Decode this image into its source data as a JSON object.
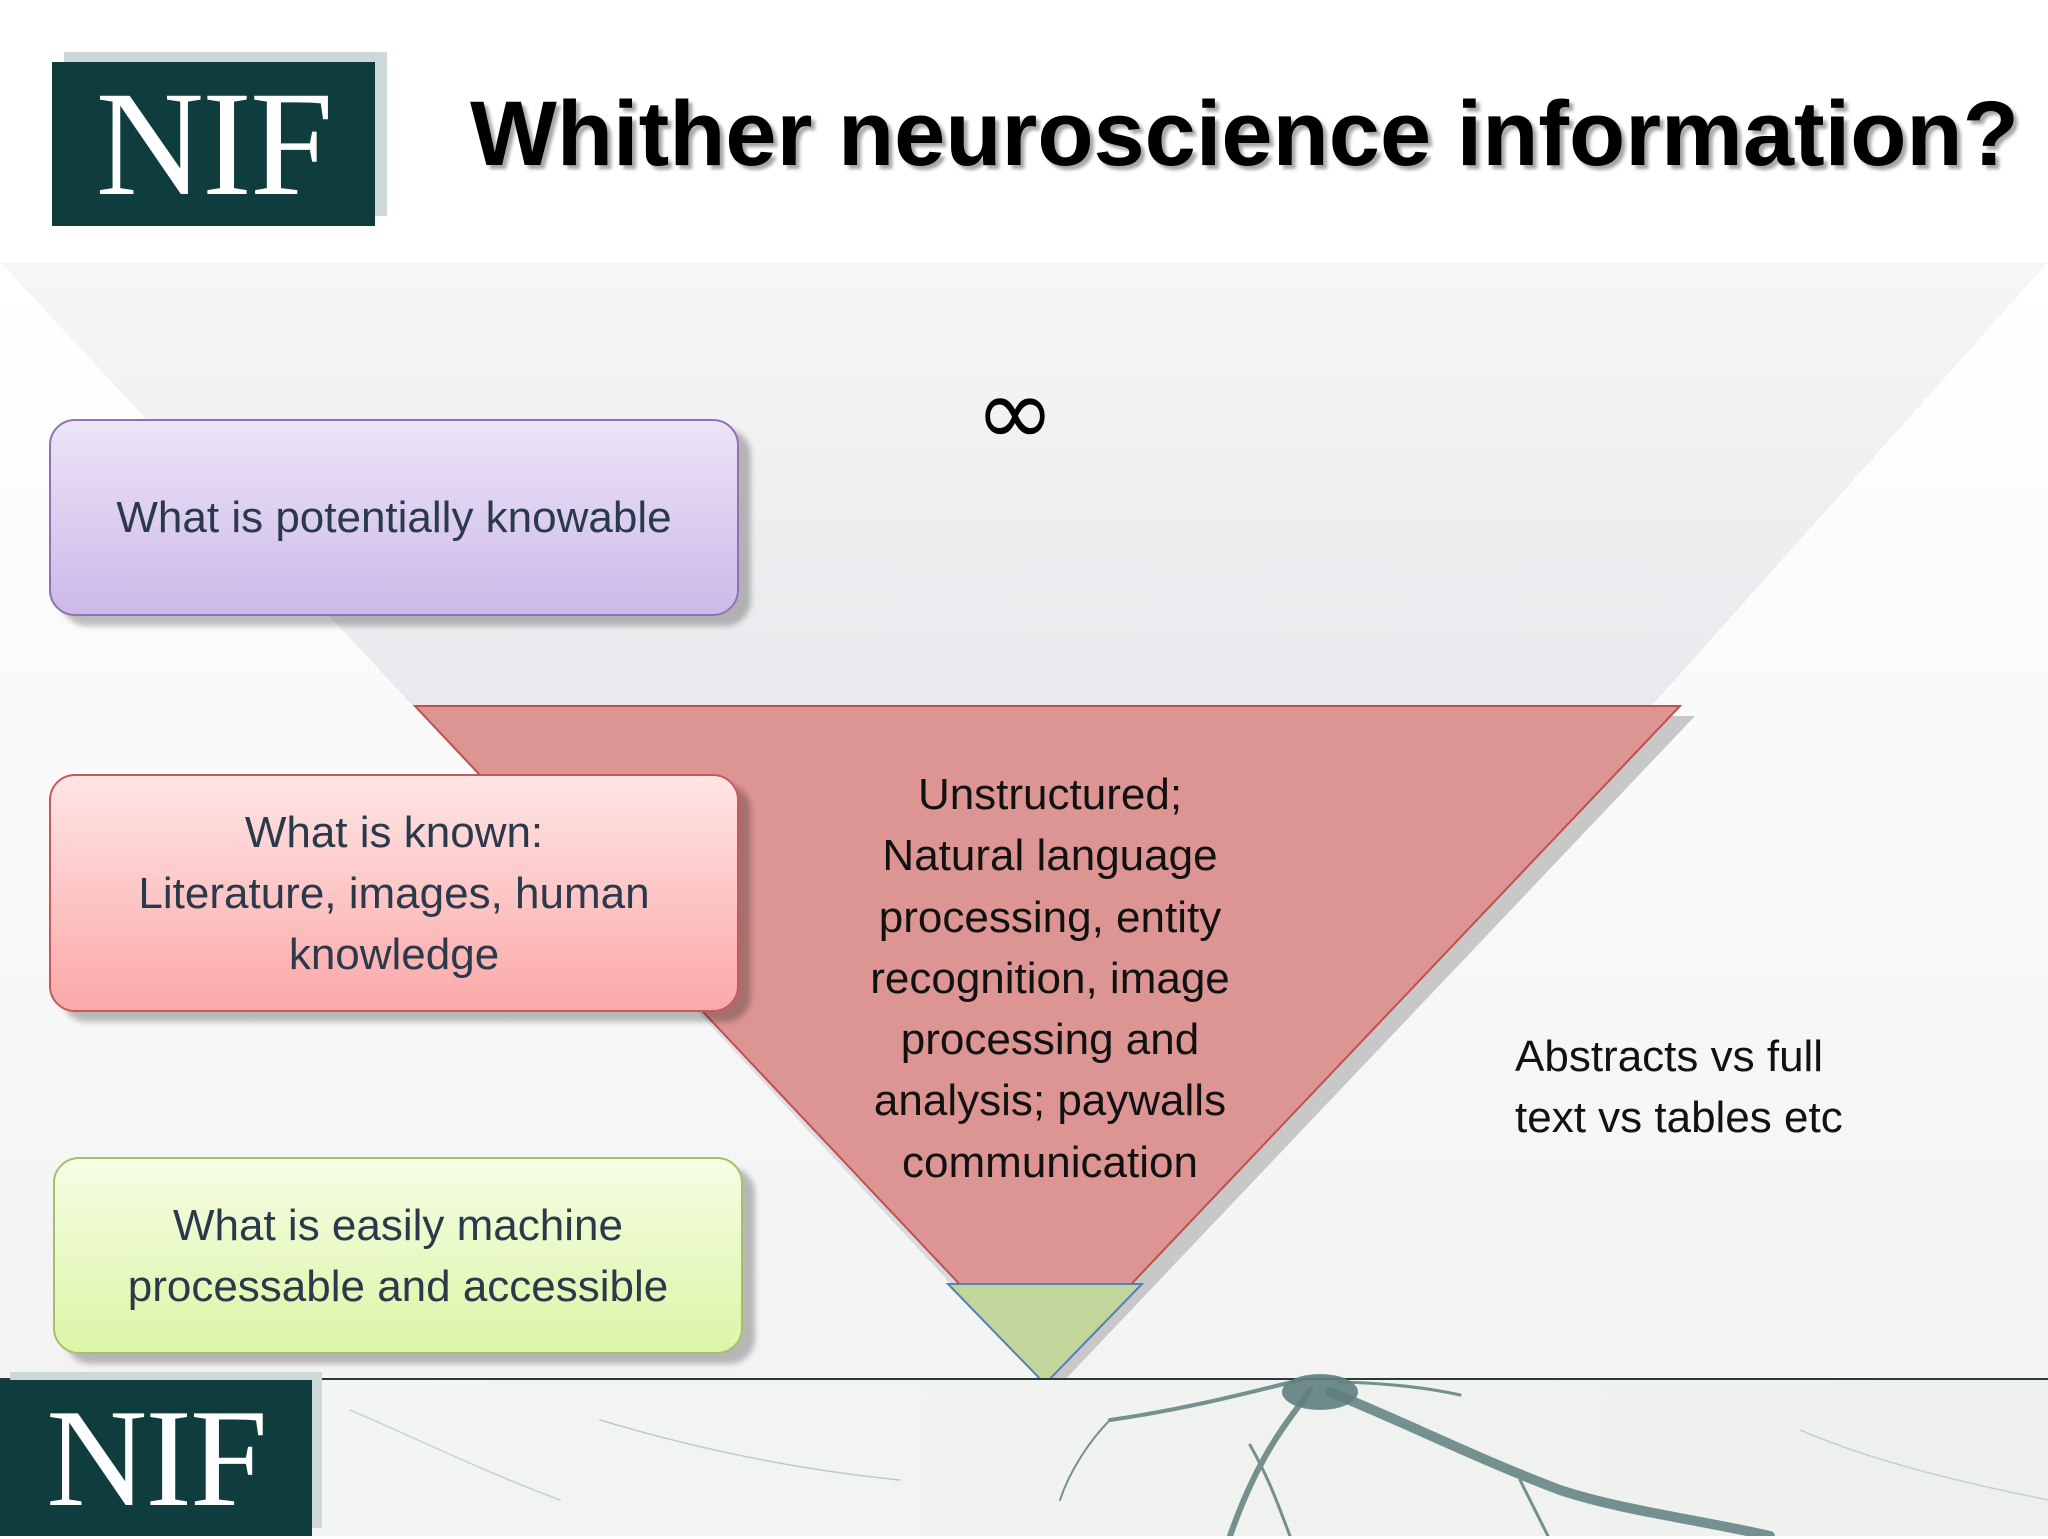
{
  "title": "Whither neuroscience information?",
  "logo_text": "NIF",
  "infinity_symbol": "∞",
  "boxes": {
    "potential": "What is potentially knowable",
    "known": [
      "What is known:",
      "Literature, images, human",
      "knowledge"
    ],
    "machine": [
      "What is easily machine",
      "processable and accessible"
    ]
  },
  "center_text": [
    "Unstructured;",
    "Natural language",
    "processing, entity",
    "recognition, image",
    "processing and",
    "analysis; paywalls",
    "communication"
  ],
  "side_text": [
    "Abstracts vs full",
    "text vs tables etc"
  ],
  "colors": {
    "logo_bg": "#0f3c3c",
    "red_triangle": "#dc9593",
    "green_triangle": "#c2d69b",
    "grey_funnel": "#d8dae0"
  }
}
